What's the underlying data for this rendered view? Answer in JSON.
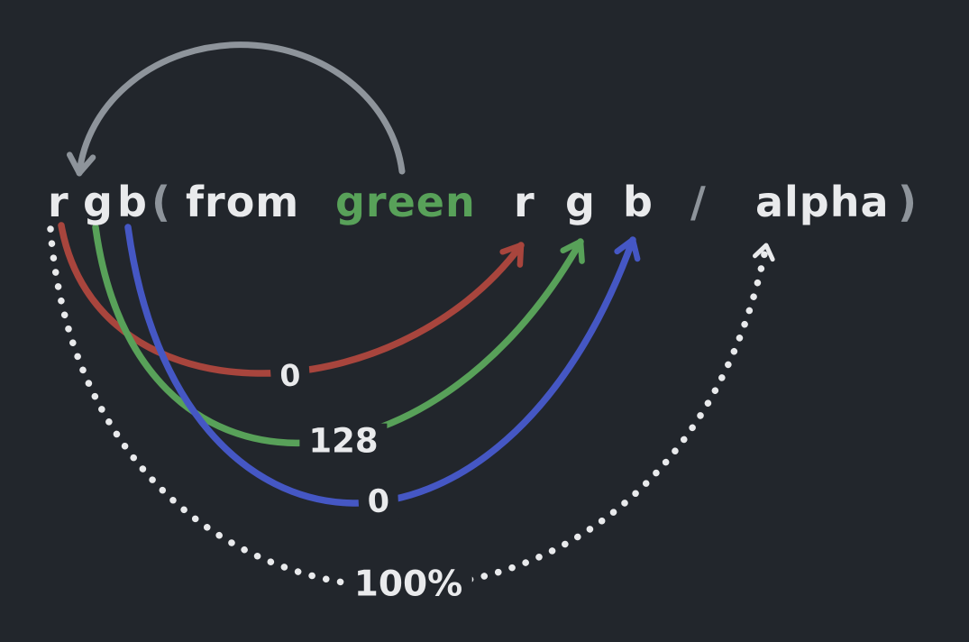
{
  "diagram": {
    "code": {
      "r_func": "r",
      "g_func": "g",
      "b_func": "b",
      "open_paren": "(",
      "from_keyword": "from",
      "origin_color": "green",
      "r_channel": "r",
      "g_channel": "g",
      "b_channel": "b",
      "slash": "/",
      "alpha_keyword": "alpha",
      "close_paren": ")"
    },
    "values": {
      "red": "0",
      "green": "128",
      "blue": "0",
      "alpha": "100%"
    },
    "arrows": [
      {
        "name": "origin-color-loop",
        "from": "green",
        "to": "rgb",
        "style": "solid",
        "color": "#8e949b"
      },
      {
        "name": "red-channel",
        "from": "r",
        "to": "r",
        "value": "0",
        "style": "solid",
        "color": "#a8453d"
      },
      {
        "name": "green-channel",
        "from": "g",
        "to": "g",
        "value": "128",
        "style": "solid",
        "color": "#58a159"
      },
      {
        "name": "blue-channel",
        "from": "b",
        "to": "b",
        "value": "0",
        "style": "solid",
        "color": "#4557c4"
      },
      {
        "name": "alpha-channel",
        "from": "rgb",
        "to": "alpha",
        "value": "100%",
        "style": "dotted",
        "color": "#e9eaec"
      }
    ],
    "colors": {
      "background": "#22262c",
      "text": "#e9eaec",
      "muted": "#8e949b",
      "green_text": "#58a159",
      "red_arrow": "#a8453d",
      "green_arrow": "#58a159",
      "blue_arrow": "#4557c4",
      "white_arrow": "#e9eaec"
    }
  }
}
